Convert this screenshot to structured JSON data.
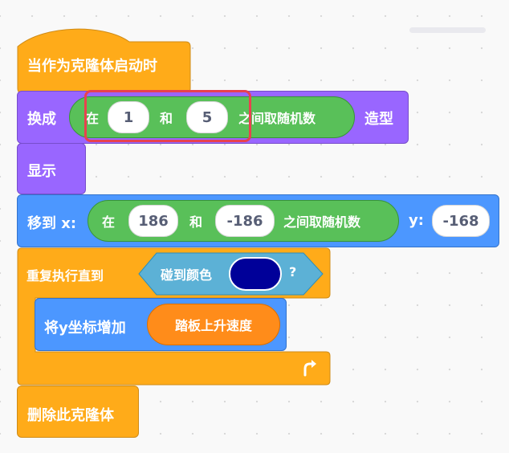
{
  "script": {
    "hat": {
      "label": "当作为克隆体启动时"
    },
    "switch_costume": {
      "prefix": "换成",
      "suffix": "造型",
      "random": {
        "in_label": "在",
        "from": "1",
        "and_label": "和",
        "to": "5",
        "pick_label": "之间取随机数"
      }
    },
    "show": {
      "label": "显示"
    },
    "goto": {
      "prefix": "移到 x:",
      "random": {
        "in_label": "在",
        "from": "186",
        "and_label": "和",
        "to": "-186",
        "pick_label": "之间取随机数"
      },
      "y_label": "y:",
      "y_value": "-168"
    },
    "repeat_until": {
      "label": "重复执行直到",
      "condition": {
        "label": "碰到颜色",
        "color": "#000099",
        "q": "?"
      },
      "inner": {
        "label": "将y坐标增加",
        "reporter": "踏板上升速度"
      },
      "loop_arrow": "↻"
    },
    "delete_clone": {
      "label": "删除此克隆体"
    }
  },
  "colors": {
    "events": "#ffab19",
    "looks": "#9966ff",
    "motion": "#4c97ff",
    "operators": "#59c059",
    "sensing": "#5cb1d6",
    "variables": "#ff8c1a",
    "highlight": "#e8424f"
  }
}
